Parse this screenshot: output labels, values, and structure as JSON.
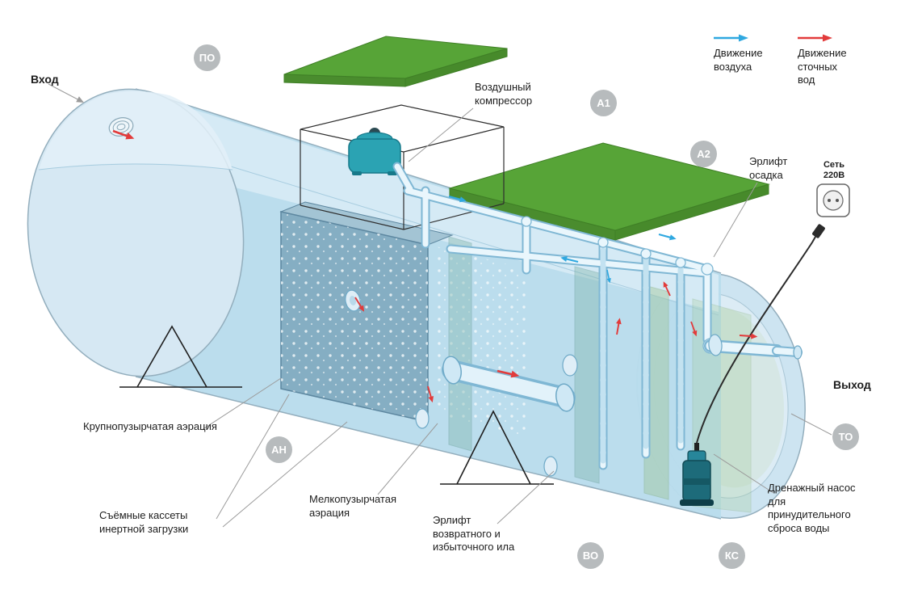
{
  "diagram": {
    "type": "wastewater-treatment-tank-cutaway",
    "labels": {
      "inlet": "Вход",
      "outlet": "Выход",
      "air_compressor": "Воздушный компрессор",
      "sludge_airlift": "Эрлифт осадка",
      "power_socket": "Сеть 220В",
      "coarse_bubble_aeration": "Крупнопузырчатая аэрация",
      "removable_cassettes": "Съёмные кассеты инертной загрузки",
      "fine_bubble_aeration": "Мелкопузырчатая аэрация",
      "return_sludge_airlift": "Эрлифт возвратного и избыточного ила",
      "drainage_pump": "Дренажный насос для принудительного сброса воды"
    },
    "legend": [
      {
        "id": "air",
        "label": "Движение воздуха",
        "color": "#2fa8e0"
      },
      {
        "id": "wastewater",
        "label": "Движение сточных вод",
        "color": "#e23b3b"
      }
    ],
    "badges": [
      {
        "id": "PO",
        "label": "ПО"
      },
      {
        "id": "A1",
        "label": "А1"
      },
      {
        "id": "A2",
        "label": "А2"
      },
      {
        "id": "AN",
        "label": "АН"
      },
      {
        "id": "TO",
        "label": "ТО"
      },
      {
        "id": "VO",
        "label": "ВО"
      },
      {
        "id": "KS",
        "label": "КС"
      }
    ],
    "colors": {
      "tank_fill": "#b9dcec",
      "tank_stroke": "#93aebd",
      "lid_green": "#57a437",
      "lid_green_dark": "#4a8c2e",
      "badge_gray": "#b7bbbd",
      "air_blue": "#2fa8e0",
      "water_red": "#e23b3b",
      "compressor_teal": "#2ba3b3",
      "pump_teal": "#1d6b7a"
    }
  }
}
